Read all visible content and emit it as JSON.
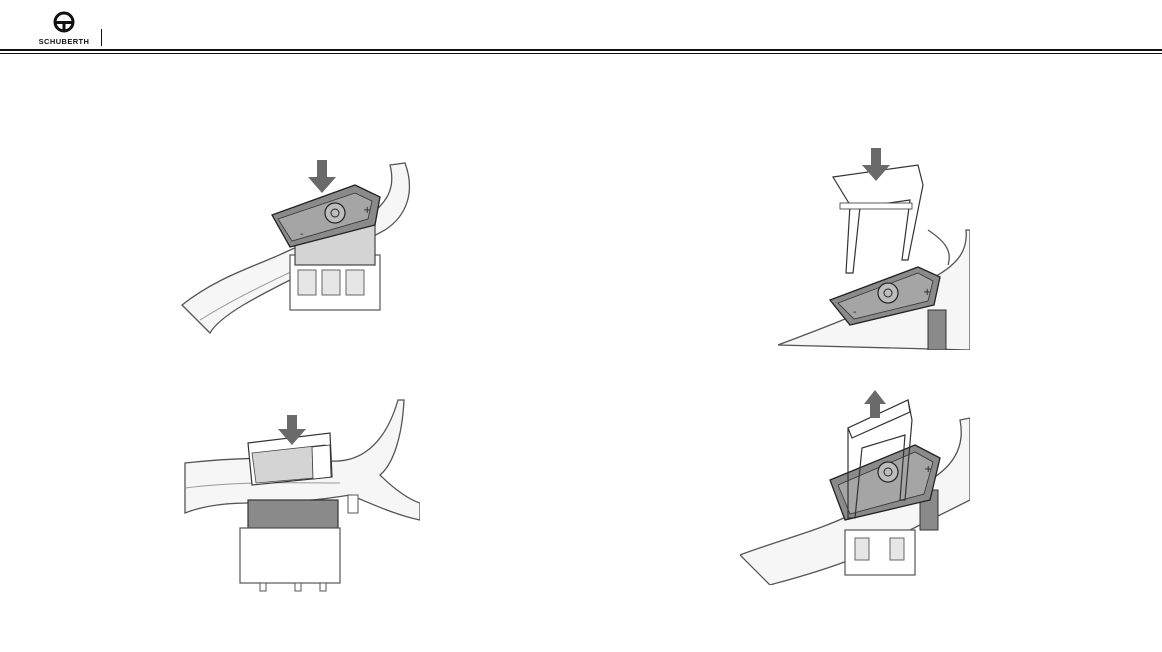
{
  "header": {
    "brand": "SCHUBERTH"
  },
  "figures": [
    {
      "id": "fig1",
      "icon": "press-down-arrow-icon"
    },
    {
      "id": "fig2",
      "icon": "press-down-arrow-icon"
    },
    {
      "id": "fig3",
      "icon": "press-down-arrow-icon"
    },
    {
      "id": "fig4",
      "icon": "pull-up-arrow-icon"
    }
  ],
  "colors": {
    "ink": "#111111",
    "mid_gray": "#8a8a8a",
    "dark_gray": "#555555",
    "light_gray": "#d4d4d4",
    "helmet_fill": "#f6f6f6"
  }
}
